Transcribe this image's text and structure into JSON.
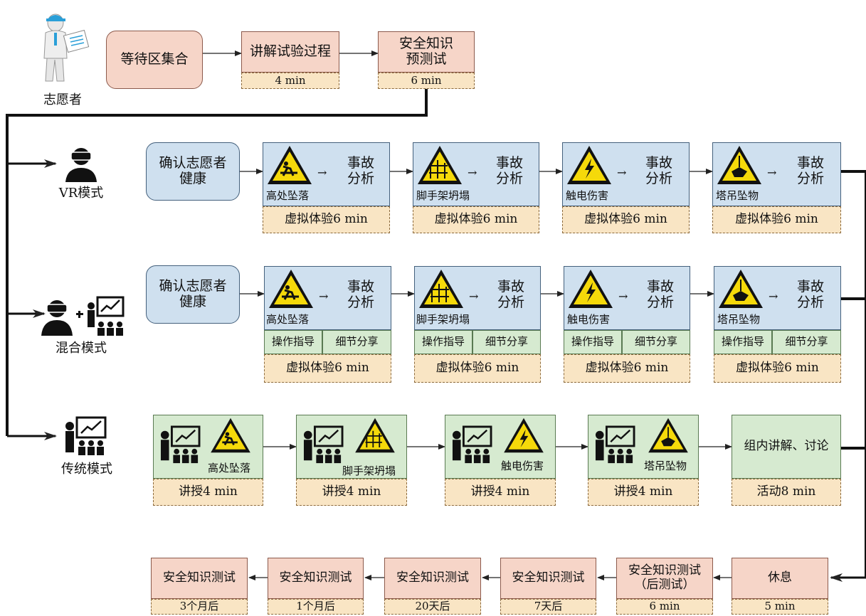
{
  "top_flow": {
    "person_label": "志愿者",
    "steps": [
      {
        "label": "等待区集合",
        "duration": ""
      },
      {
        "label": "讲解试验过程",
        "duration": "4 min"
      },
      {
        "label": "安全知识\n预测试",
        "duration": "6 min"
      }
    ]
  },
  "modes": {
    "vr": {
      "label": "VR模式",
      "start": "确认志愿者\n健康",
      "analysis": "事故\n分析",
      "duration": "虚拟体验6 min",
      "hazards": [
        "高处坠落",
        "脚手架坍塌",
        "触电伤害",
        "塔吊坠物"
      ]
    },
    "mixed": {
      "label": "混合模式",
      "start": "确认志愿者\n健康",
      "analysis": "事故\n分析",
      "guide": "操作指导",
      "share": "细节分享",
      "duration": "虚拟体验6 min",
      "hazards": [
        "高处坠落",
        "脚手架坍塌",
        "触电伤害",
        "塔吊坠物"
      ]
    },
    "traditional": {
      "label": "传统模式",
      "duration": "讲授4 min",
      "hazards": [
        "高处坠落",
        "脚手架坍塌",
        "触电伤害",
        "塔吊坠物"
      ],
      "activity": "组内讲解、讨论",
      "activity_duration": "活动8 min"
    }
  },
  "bottom_flow": {
    "rest": {
      "label": "休息",
      "duration": "5 min"
    },
    "post_test": {
      "label": "安全知识测试\n（后测试）",
      "duration": "6 min"
    },
    "tests": [
      {
        "label": "安全知识测试",
        "duration": "7天后"
      },
      {
        "label": "安全知识测试",
        "duration": "20天后"
      },
      {
        "label": "安全知识测试",
        "duration": "1个月后"
      },
      {
        "label": "安全知识测试",
        "duration": "3个月后"
      }
    ]
  },
  "colors": {
    "pink": "#f6d5c8",
    "blue": "#cfe0ef",
    "green": "#d6ead0",
    "duration": "#f9e5c4",
    "warning_yellow": "#f5d90a"
  }
}
